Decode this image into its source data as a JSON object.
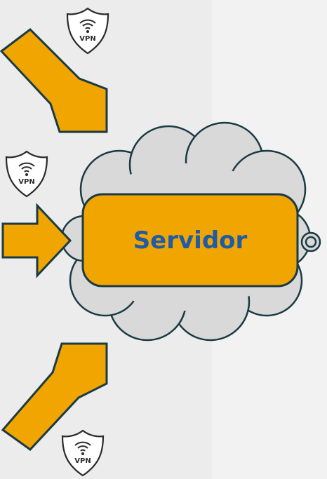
{
  "server": {
    "label": "Servidor"
  },
  "vpn_badges": [
    {
      "label": "VPN",
      "icon": "vpn-shield-wifi"
    },
    {
      "label": "VPN",
      "icon": "vpn-shield-wifi"
    },
    {
      "label": "VPN",
      "icon": "vpn-shield-wifi"
    }
  ],
  "colors": {
    "arrow_fill": "#f0a500",
    "outline": "#1a3a44",
    "cloud_fill": "#d9d9d9",
    "server_fill": "#f0a500",
    "server_text": "#1f5ba6"
  }
}
